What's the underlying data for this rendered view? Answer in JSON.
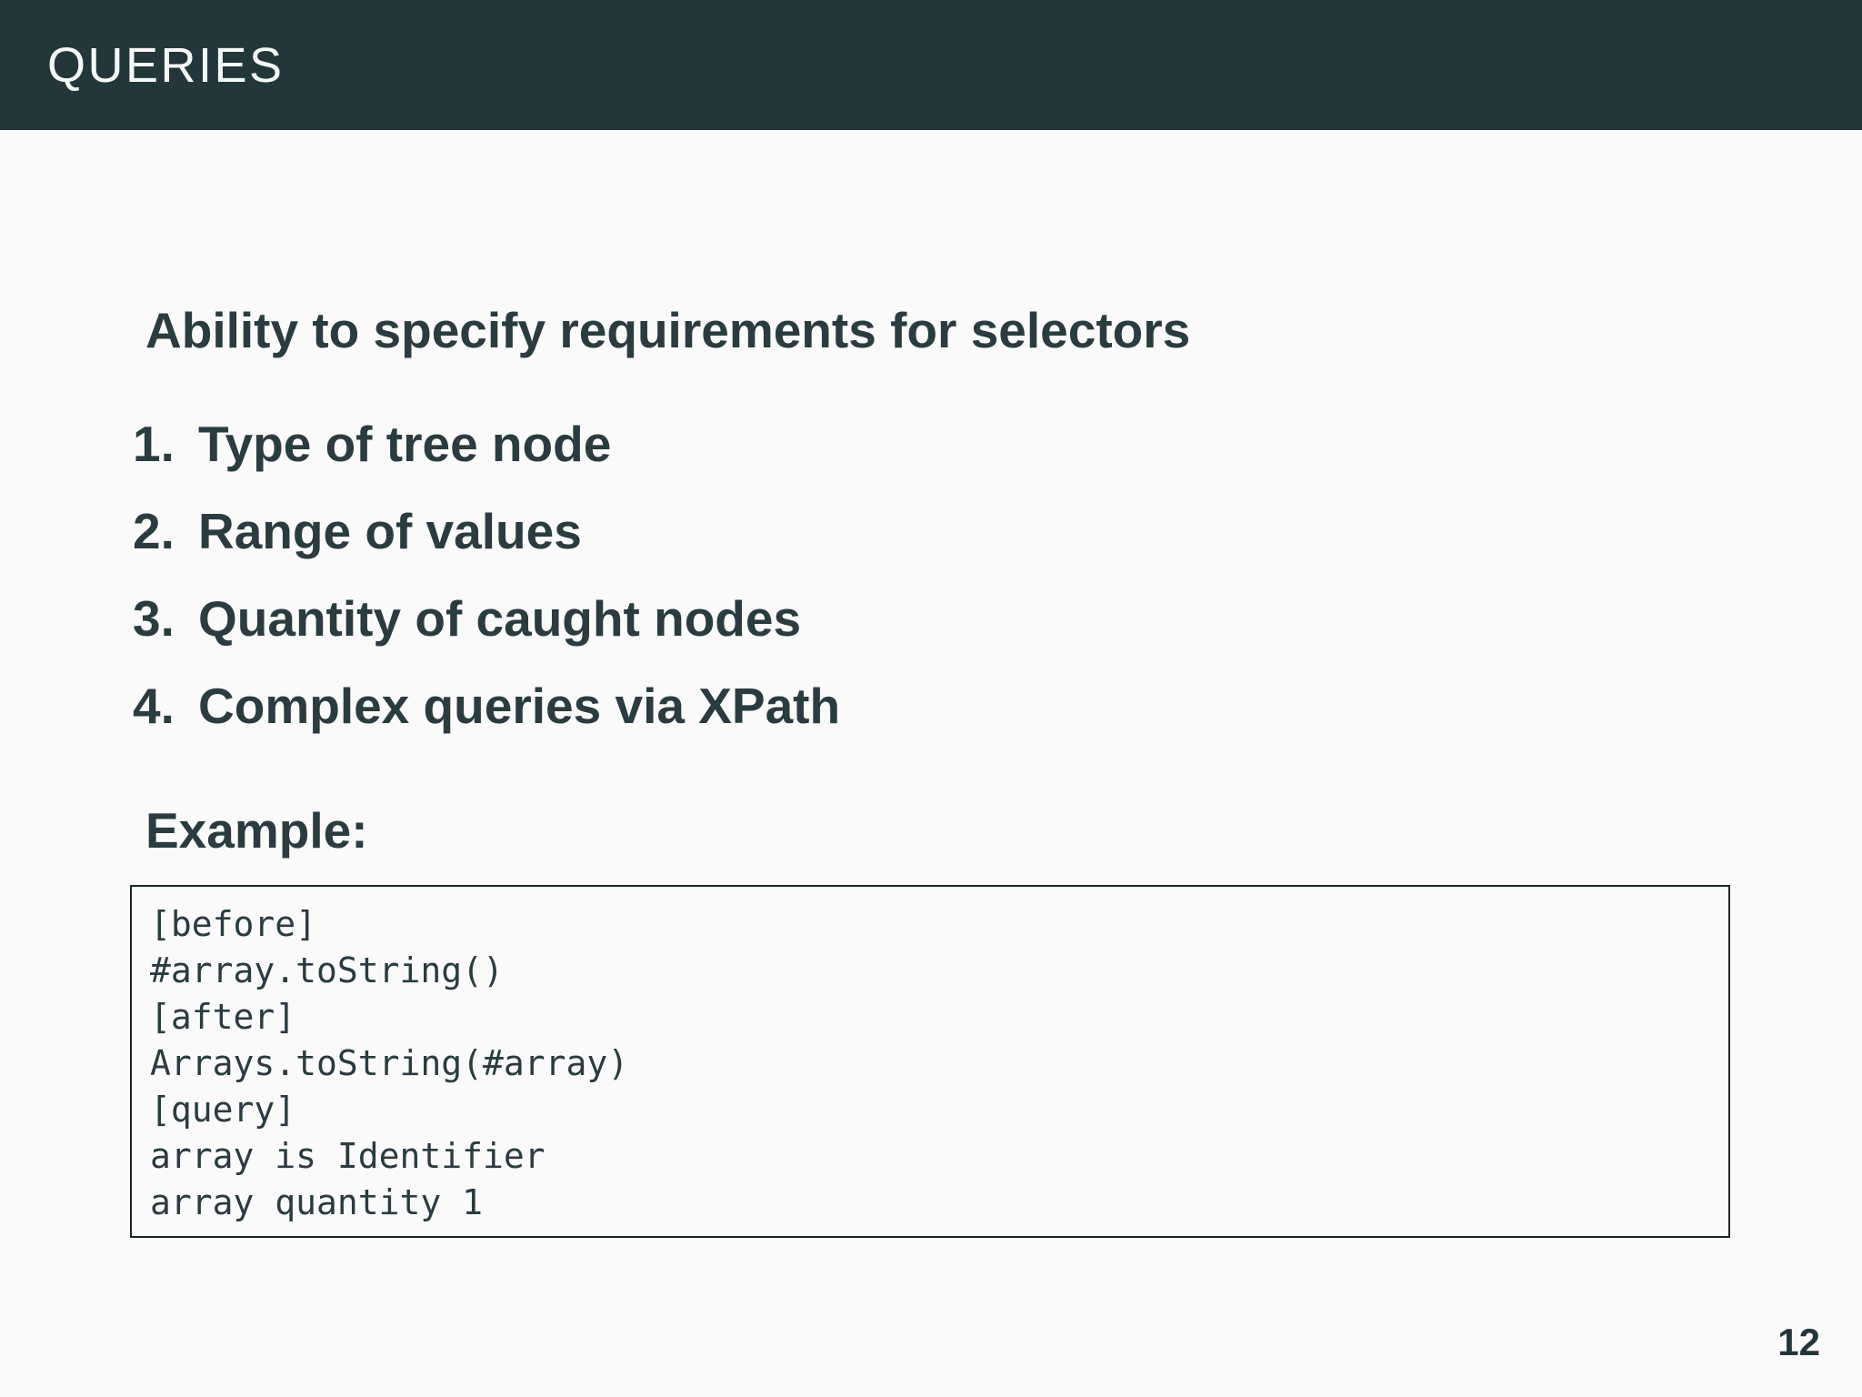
{
  "slide": {
    "header": {
      "title": "QUERIES"
    },
    "body": {
      "heading": "Ability to specify requirements for selectors",
      "list": {
        "items": [
          {
            "number": "1.",
            "text": "Type of tree node"
          },
          {
            "number": "2.",
            "text": "Range of values"
          },
          {
            "number": "3.",
            "text": "Quantity of caught nodes"
          },
          {
            "number": "4.",
            "text": "Complex queries via XPath"
          }
        ]
      },
      "example_label": "Example:",
      "code": "[before]\n#array.toString()\n[after]\nArrays.toString(#array)\n[query]\narray is Identifier\narray quantity 1"
    },
    "footer": {
      "page_number": "12"
    },
    "colors": {
      "accent": "#23373b",
      "background": "#fafafa",
      "title_text": "#f6f7f7",
      "body_text": "#2a3c40",
      "code_border": "#1c2628"
    }
  }
}
